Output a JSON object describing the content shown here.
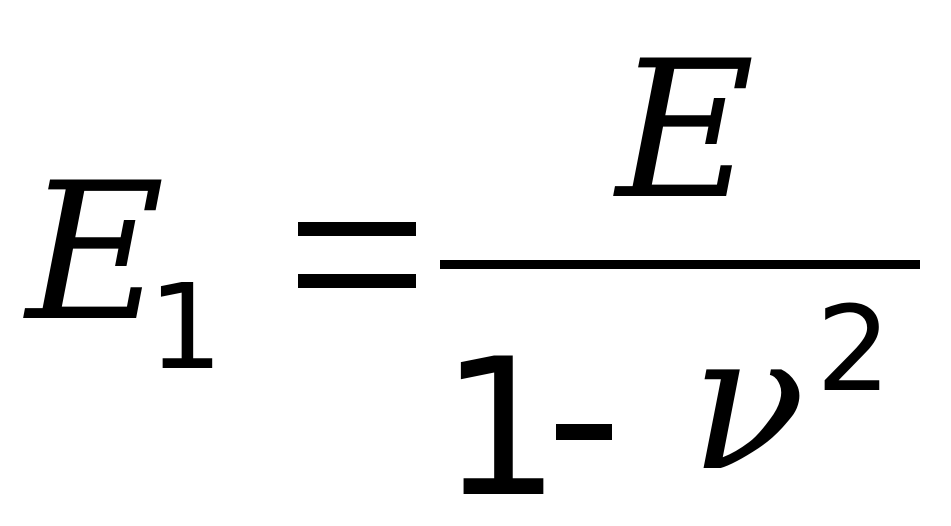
{
  "formula": {
    "lhs": {
      "variable": "E",
      "subscript": "1"
    },
    "relation": "=",
    "rhs": {
      "numerator": "E",
      "denominator": {
        "constant": "1",
        "operator": "-",
        "variable": "ν",
        "exponent": "2"
      }
    }
  },
  "colors": {
    "ink": "#000000",
    "background": "#ffffff"
  }
}
